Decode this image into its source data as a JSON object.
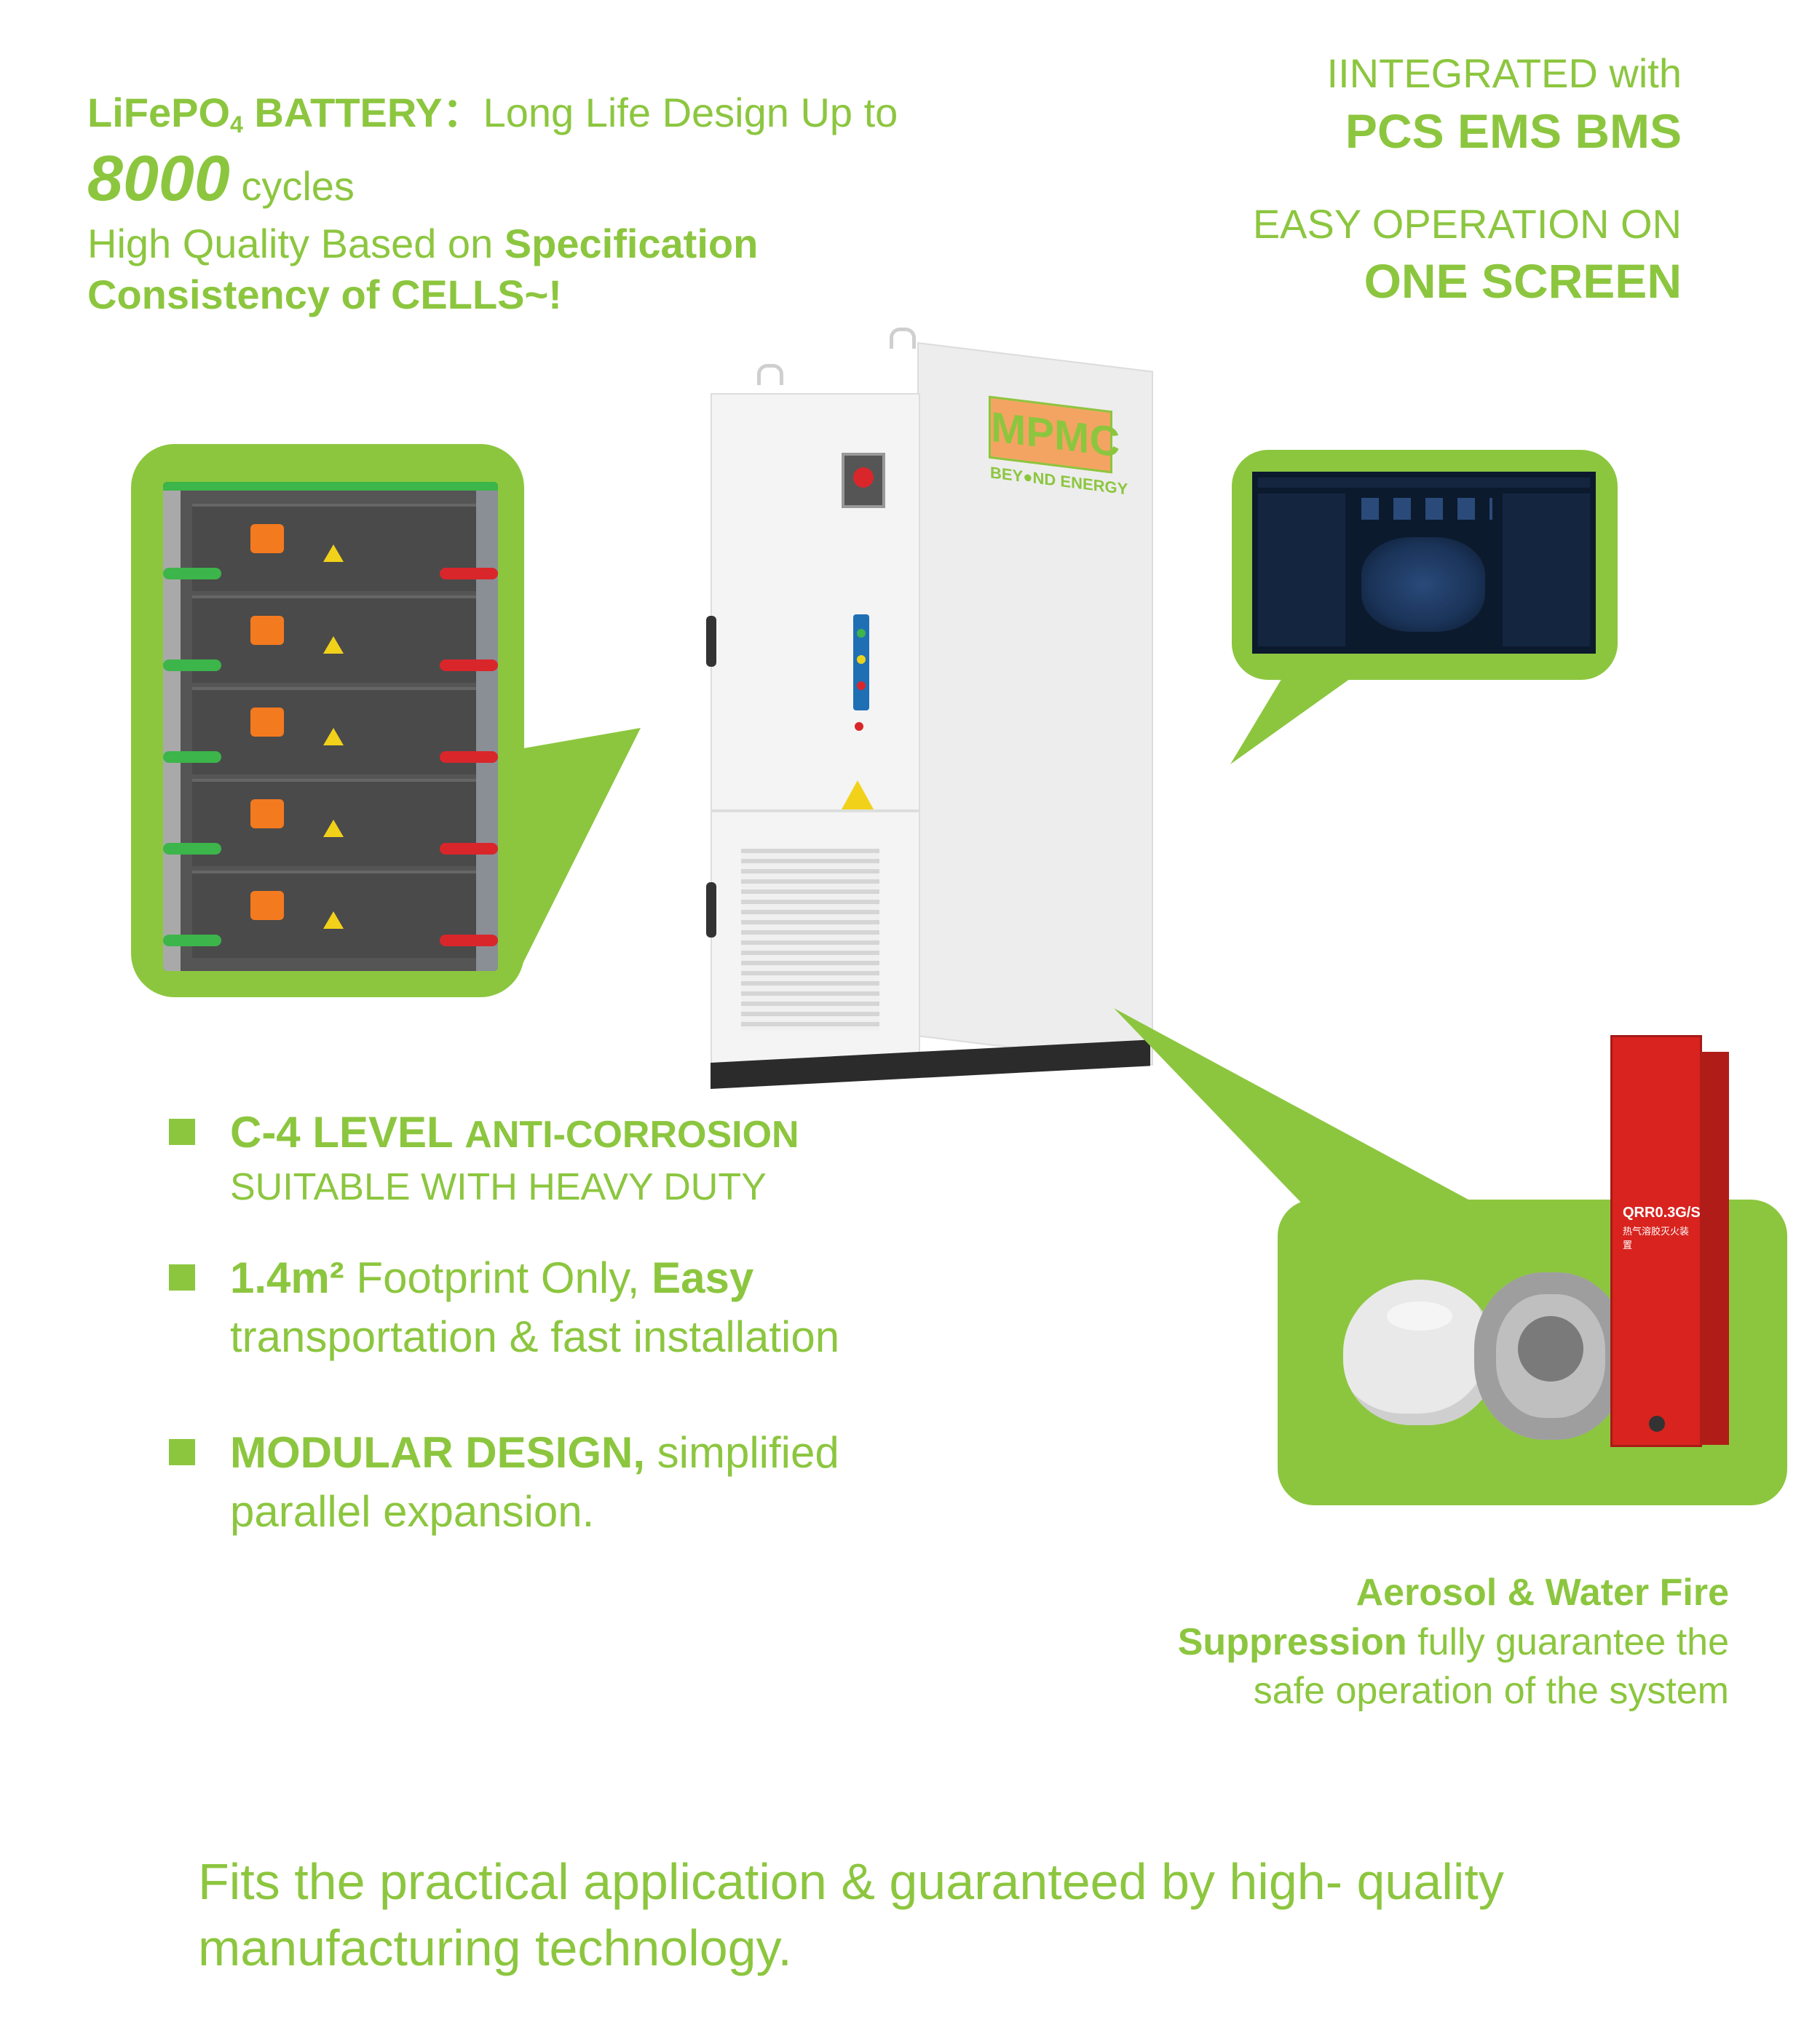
{
  "top_left": {
    "battery_label": "LiFePO",
    "battery_sub": "4",
    "battery_suffix": " BATTERY：",
    "long_life": "Long Life Design Up to",
    "cycles_number": "8000",
    "cycles_word": "cycles",
    "quality_prefix": "High Quality Based on ",
    "quality_bold": "Specification",
    "consistency": "Consistency of CELLS~!"
  },
  "top_right": {
    "line1": "IINTEGRATED with",
    "line2": "PCS EMS BMS",
    "line3": "EASY OPERATION ON",
    "line4": "ONE SCREEN"
  },
  "cabinet": {
    "brand": "MPMC",
    "tagline": "BEY●ND ENERGY"
  },
  "screen_dashboard": {
    "colors": {
      "bg": "#0c1a2e",
      "panel": "#14263f",
      "map": "#2a4a7a"
    }
  },
  "fire_device": {
    "model": "QRR0.3G/S",
    "subtitle": "热气溶胶灭火装置"
  },
  "bullets": [
    {
      "bold": "C-4 LEVEL ",
      "bold_small": "ANTI-CORROSION",
      "sub": "SUITABLE WITH HEAVY DUTY"
    },
    {
      "bold": "1.4m²",
      "normal": "  Footprint Only, ",
      "bold2": "Easy",
      "line2": "transportation & fast installation"
    },
    {
      "bold": "MODULAR DESIGN,",
      "normal": "  simplified",
      "line2": "parallel expansion."
    }
  ],
  "fire_text": {
    "bold1": "Aerosol & Water Fire",
    "bold2": "Suppression",
    "normal2": " fully guarantee the",
    "line3": "safe operation of the system"
  },
  "footer": {
    "line1": "Fits the practical application & guaranteed by high- quality",
    "line2": "manufacturing technology."
  },
  "colors": {
    "accent": "#8cc63f",
    "battery_orange": "#f47a20",
    "cable_red": "#d9262b",
    "cable_green": "#3cb54a",
    "extinguisher_red": "#d8231e"
  }
}
